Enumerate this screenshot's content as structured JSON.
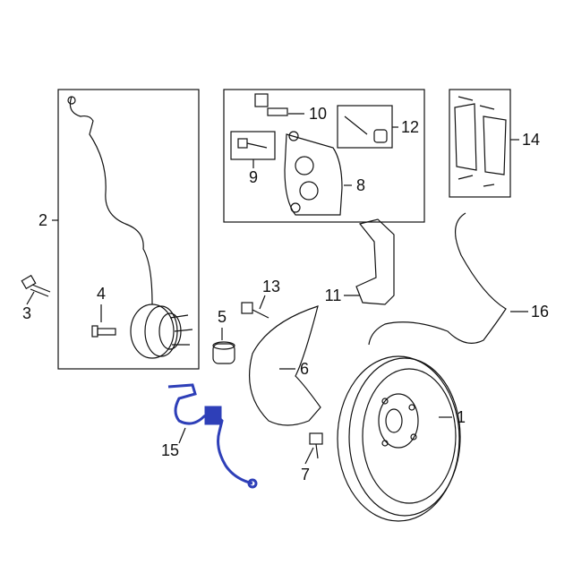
{
  "diagram": {
    "highlight_color": "#2e3fb8",
    "callouts": [
      {
        "id": "1",
        "text": "1"
      },
      {
        "id": "2",
        "text": "2"
      },
      {
        "id": "3",
        "text": "3"
      },
      {
        "id": "4",
        "text": "4"
      },
      {
        "id": "5",
        "text": "5"
      },
      {
        "id": "6",
        "text": "6"
      },
      {
        "id": "7",
        "text": "7"
      },
      {
        "id": "8",
        "text": "8"
      },
      {
        "id": "9",
        "text": "9"
      },
      {
        "id": "10",
        "text": "10"
      },
      {
        "id": "11",
        "text": "11"
      },
      {
        "id": "12",
        "text": "12"
      },
      {
        "id": "13",
        "text": "13"
      },
      {
        "id": "14",
        "text": "14"
      },
      {
        "id": "15",
        "text": "15"
      },
      {
        "id": "16",
        "text": "16"
      }
    ]
  }
}
